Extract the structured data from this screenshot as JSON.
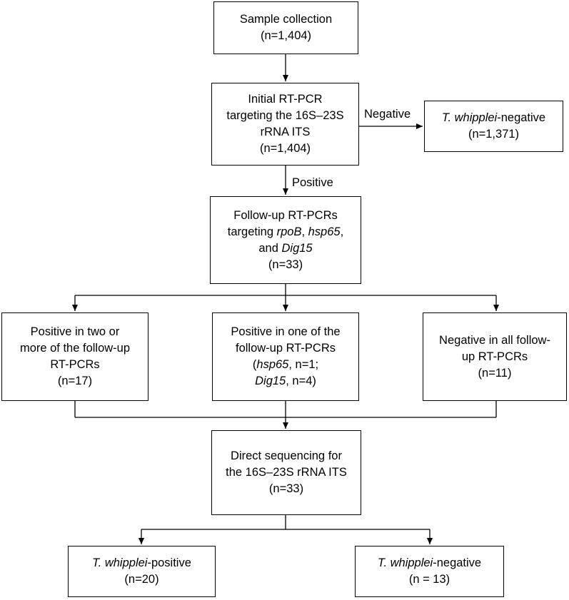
{
  "nodes": {
    "sample": {
      "line1": "Sample collection",
      "line2": "(n=1,404)"
    },
    "initial": {
      "line1": "Initial RT-PCR",
      "line2": "targeting the 16S–23S",
      "line3": "rRNA ITS",
      "line4": "(n=1,404)"
    },
    "neg1": {
      "italic": "T. whipplei",
      "suffix": "-negative",
      "line2": "(n=1,371)"
    },
    "followup": {
      "line1": "Follow-up RT-PCRs",
      "line2_pre": "targeting ",
      "gene1": "rpoB",
      "sep1": ", ",
      "gene2": "hsp65",
      "sep2": ",",
      "line3_pre": "and ",
      "gene3": "Dig15",
      "line4": "(n=33)"
    },
    "two_or_more": {
      "line1": "Positive in two or",
      "line2": "more of the follow-up",
      "line3": "RT-PCRs",
      "line4": "(n=17)"
    },
    "one_of": {
      "line1": "Positive in one of the",
      "line2": "follow-up RT-PCRs",
      "l3_open": "(",
      "l3_gene": "hsp65",
      "l3_rest": ", n=1;",
      "l4_gene": "Dig15",
      "l4_rest": ", n=4)"
    },
    "neg_all": {
      "line1": "Negative in all follow-",
      "line2": "up RT-PCRs",
      "line3": "(n=11)"
    },
    "sequencing": {
      "line1": "Direct sequencing for",
      "line2": "the 16S–23S rRNA ITS",
      "line3": "(n=33)"
    },
    "tw_pos": {
      "italic": "T. whipplei",
      "suffix": "-positive",
      "line2": "(n=20)"
    },
    "tw_neg": {
      "italic": "T. whipplei",
      "suffix": "-negative",
      "line2": "(n = 13)"
    }
  },
  "edge_labels": {
    "negative": "Negative",
    "positive": "Positive"
  }
}
